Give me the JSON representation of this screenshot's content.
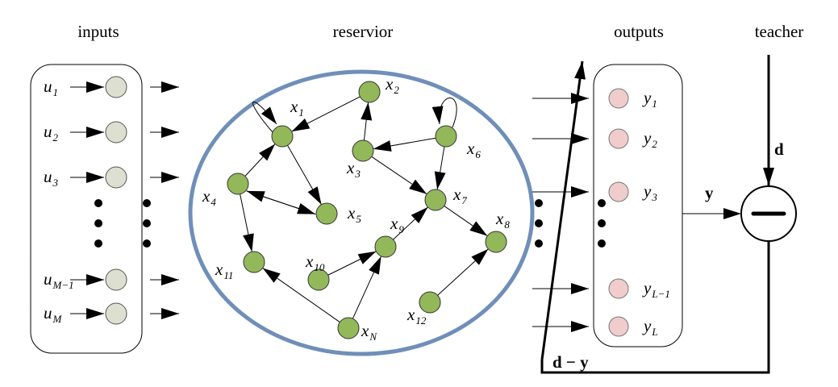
{
  "headers": {
    "inputs": "inputs",
    "reservoir": "reservior",
    "outputs": "outputs",
    "teacher": "teacher"
  },
  "inputs": [
    {
      "base": "u",
      "sub": "1"
    },
    {
      "base": "u",
      "sub": "2"
    },
    {
      "base": "u",
      "sub": "3"
    },
    {
      "base": "u",
      "sub": "M−1"
    },
    {
      "base": "u",
      "sub": "M"
    }
  ],
  "reservoir_nodes": [
    {
      "base": "x",
      "sub": "1"
    },
    {
      "base": "x",
      "sub": "2"
    },
    {
      "base": "x",
      "sub": "3"
    },
    {
      "base": "x",
      "sub": "4"
    },
    {
      "base": "x",
      "sub": "5"
    },
    {
      "base": "x",
      "sub": "6"
    },
    {
      "base": "x",
      "sub": "7"
    },
    {
      "base": "x",
      "sub": "8"
    },
    {
      "base": "x",
      "sub": "9"
    },
    {
      "base": "x",
      "sub": "10"
    },
    {
      "base": "x",
      "sub": "11"
    },
    {
      "base": "x",
      "sub": "12"
    },
    {
      "base": "x",
      "sub": "N"
    }
  ],
  "outputs": [
    {
      "base": "y",
      "sub": "1"
    },
    {
      "base": "y",
      "sub": "2"
    },
    {
      "base": "y",
      "sub": "3"
    },
    {
      "base": "y",
      "sub": "L−1"
    },
    {
      "base": "y",
      "sub": "L"
    }
  ],
  "signals": {
    "d": "d",
    "y": "y",
    "error": "d − y"
  },
  "colors": {
    "input_node": "#dde0d0",
    "reservoir_node": "#92b85a",
    "output_node": "#f0cccc",
    "reservoir_ring": "#6f8fb8"
  }
}
